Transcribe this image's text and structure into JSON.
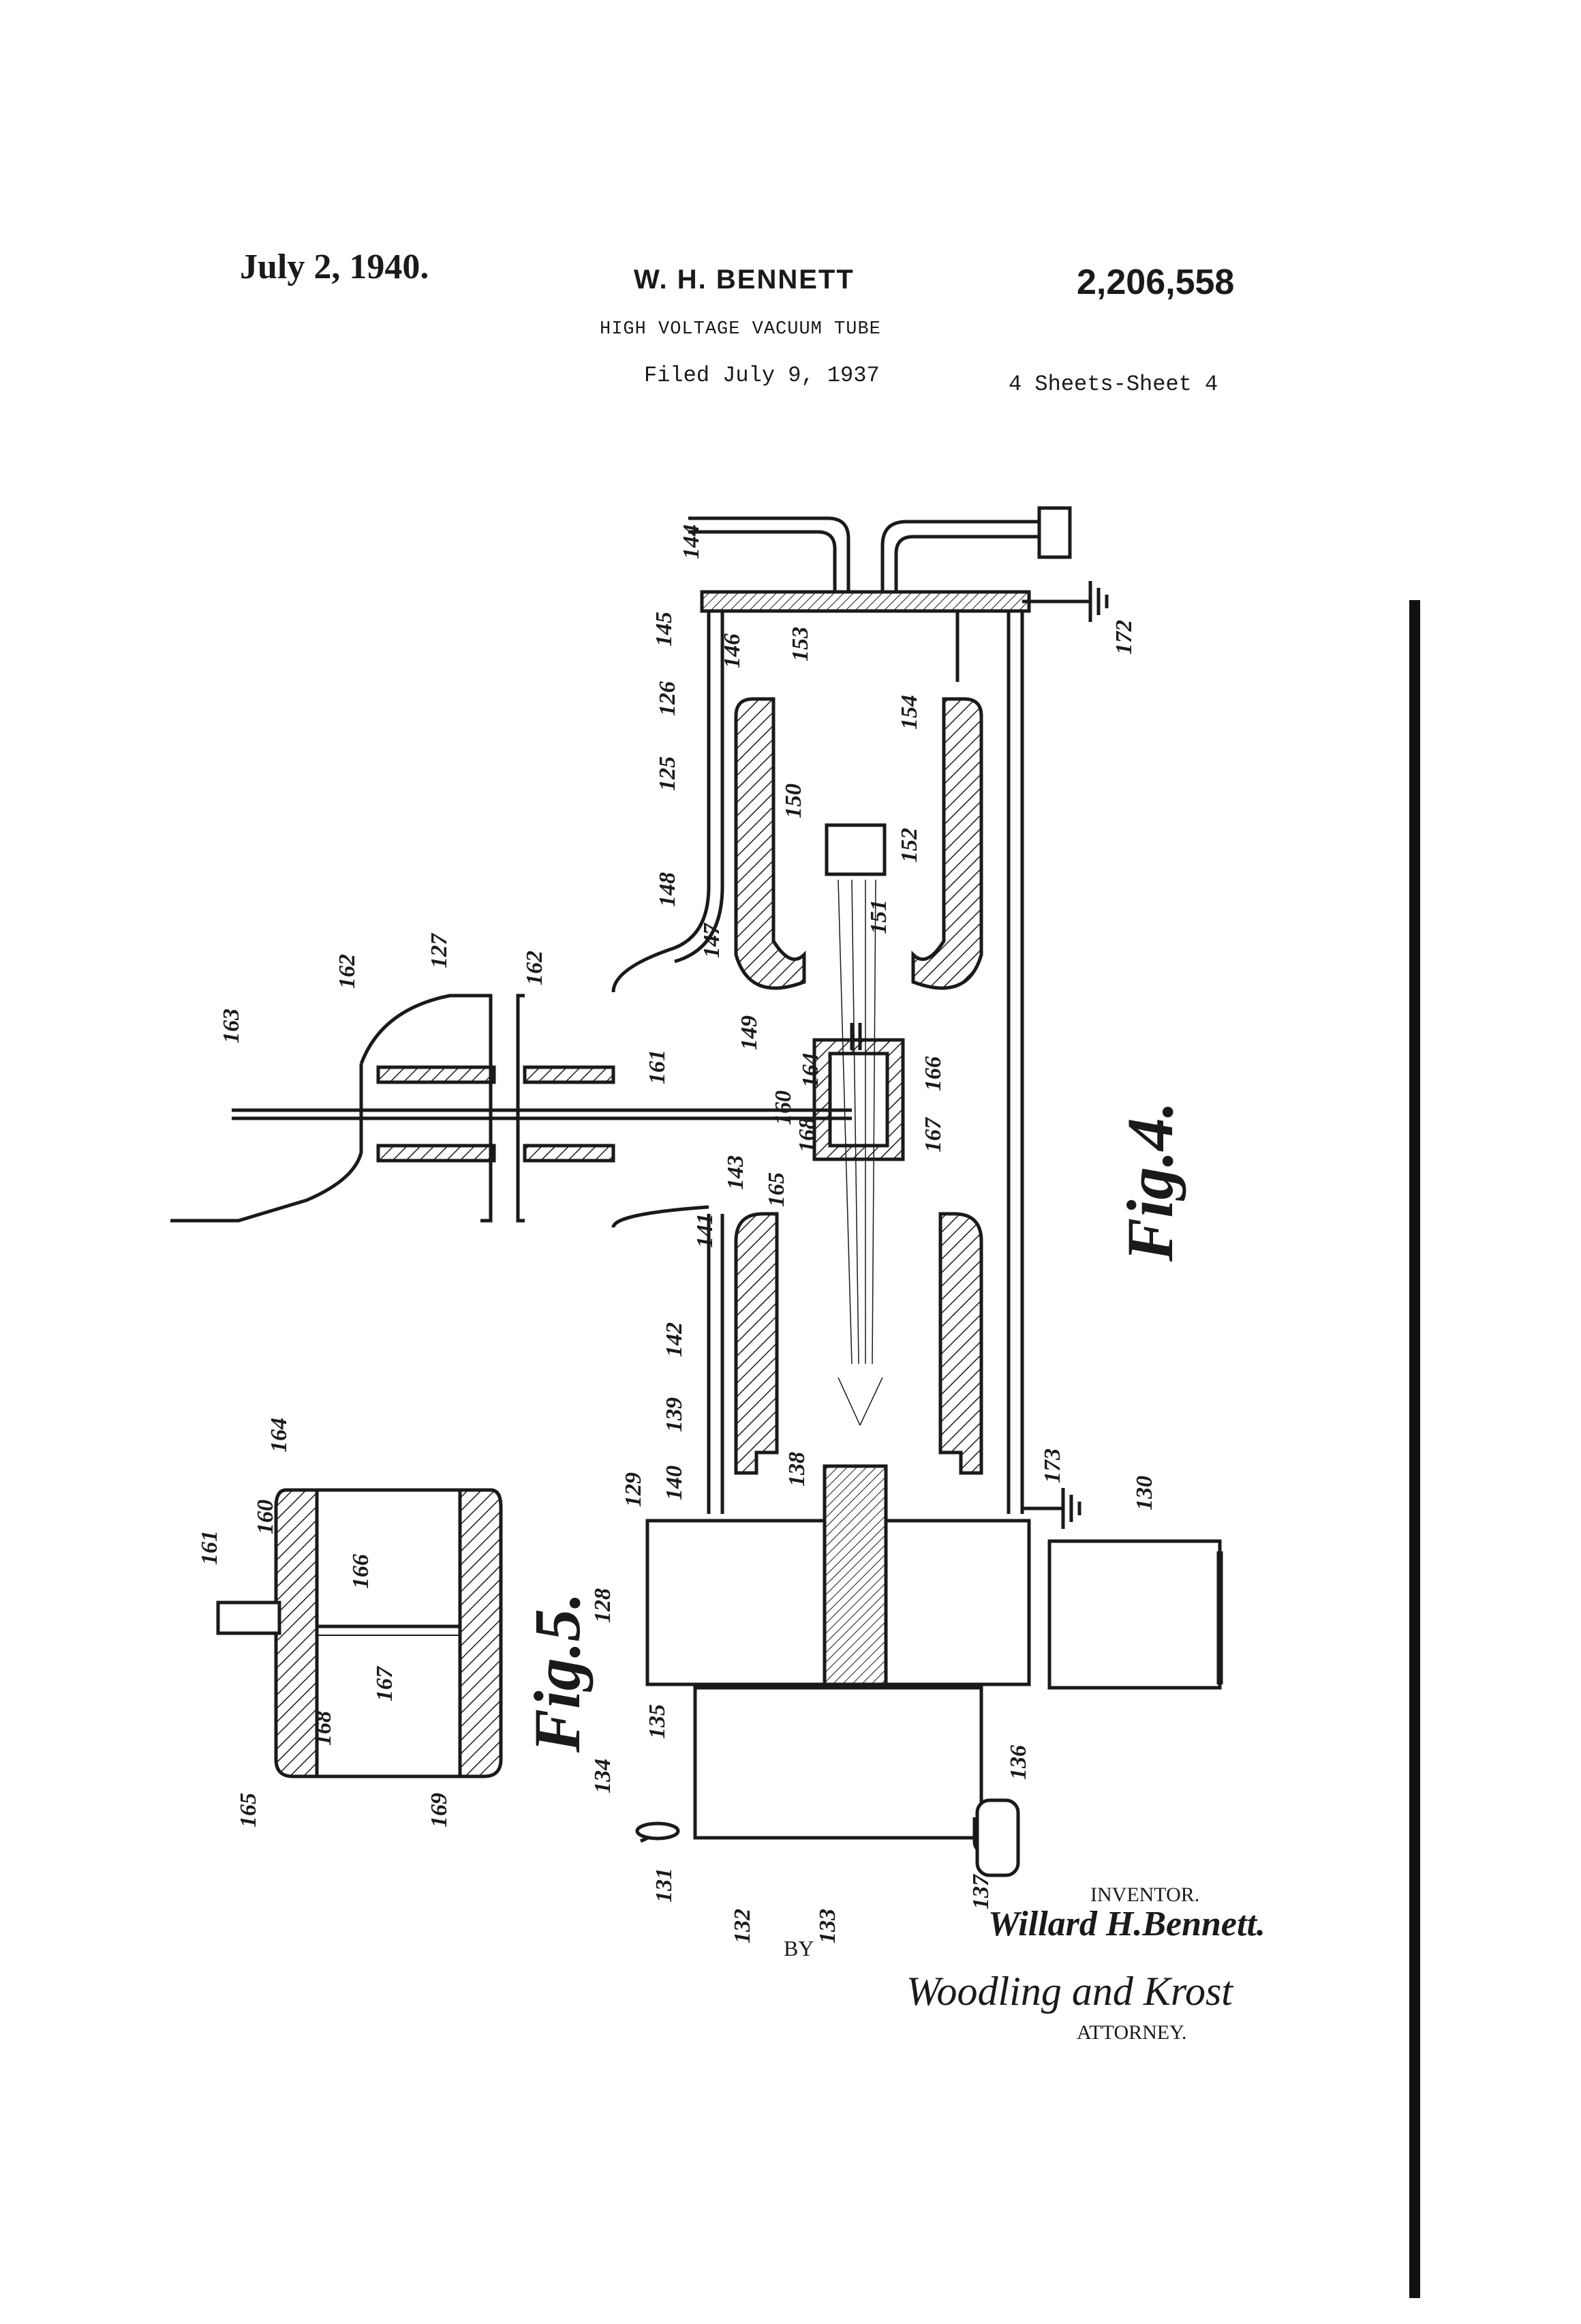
{
  "header": {
    "date": "July 2, 1940.",
    "inventor": "W. H. BENNETT",
    "patent_number": "2,206,558",
    "title": "HIGH VOLTAGE VACUUM TUBE",
    "filed": "Filed July 9, 1937",
    "sheets": "4 Sheets-Sheet 4"
  },
  "figures": {
    "fig4": "Fig.4.",
    "fig5": "Fig.5."
  },
  "labels": {
    "l125": "125",
    "l126": "126",
    "l127": "127",
    "l128": "128",
    "l129": "129",
    "l130": "130",
    "l131": "131",
    "l132": "132",
    "l133": "133",
    "l134": "134",
    "l135": "135",
    "l136": "136",
    "l137": "137",
    "l138": "138",
    "l139": "139",
    "l140": "140",
    "l141": "141",
    "l142": "142",
    "l143": "143",
    "l144": "144",
    "l145": "145",
    "l146": "146",
    "l147": "147",
    "l148": "148",
    "l149": "149",
    "l150": "150",
    "l151": "151",
    "l152": "152",
    "l153": "153",
    "l154": "154",
    "l160": "160",
    "l161": "161",
    "l162": "162",
    "l163": "163",
    "l164": "164",
    "l165": "165",
    "l166": "166",
    "l167": "167",
    "l168": "168",
    "l169": "169",
    "l172": "172",
    "l173": "173"
  },
  "signature": {
    "inventor_caption": "INVENTOR.",
    "inventor_signature": "Willard H.Bennett.",
    "by": "BY",
    "attorney_signature": "Woodling and Krost",
    "attorney_caption": "ATTORNEY."
  }
}
